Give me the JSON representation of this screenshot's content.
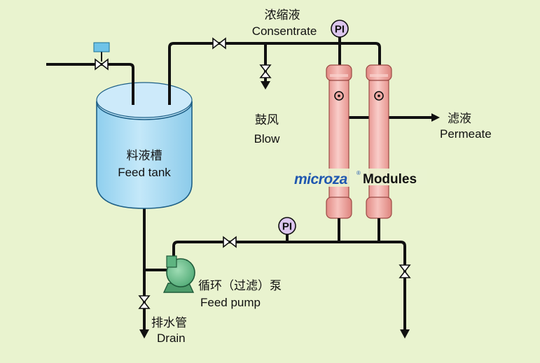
{
  "labels": {
    "concentrate_cn": "浓缩液",
    "concentrate_en": "Consentrate",
    "blow_cn": "鼓风",
    "blow_en": "Blow",
    "permeate_cn": "滤液",
    "permeate_en": "Permeate",
    "feed_tank_cn": "料液槽",
    "feed_tank_en": "Feed tank",
    "pump_cn": "循环（过滤）泵",
    "pump_en": "Feed pump",
    "drain_cn": "排水管",
    "drain_en": "Drain",
    "pi": "PI",
    "brand": "microza",
    "brand_mark": "®",
    "modules": "Modules"
  },
  "colors": {
    "background": "#e9f3cf",
    "pipe": "#111111",
    "tank": "#a9dcf4",
    "module": "#f6b7b2",
    "module_dark": "#e58c86",
    "pump": "#6cc08c",
    "gauge": "#dcc6ee",
    "actuator": "#6fc3e8",
    "brand": "#1f57b0"
  }
}
